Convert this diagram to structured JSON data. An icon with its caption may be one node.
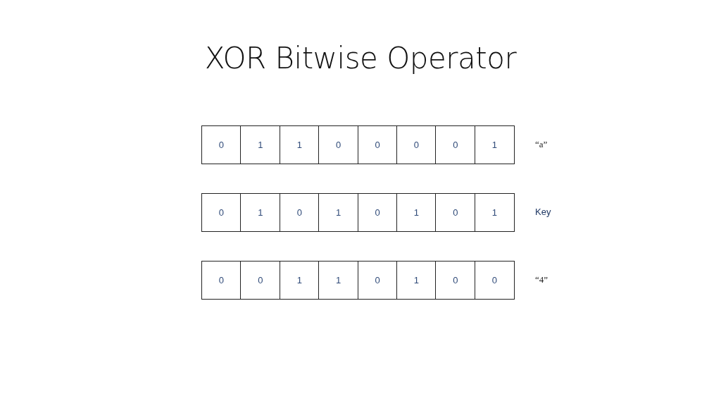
{
  "diagram": {
    "title": "XOR Bitwise Operator",
    "nodes": [
      {
        "text": [
          "0"
        ]
      },
      {
        "text": [
          "1"
        ]
      },
      {
        "text": [
          "1"
        ]
      },
      {
        "text": [
          "0"
        ]
      },
      {
        "text": [
          "0"
        ]
      },
      {
        "text": [
          "0"
        ]
      },
      {
        "text": [
          "0"
        ]
      },
      {
        "text": [
          "1"
        ]
      },
      {
        "text": [
          "0"
        ]
      },
      {
        "text": [
          "1"
        ]
      },
      {
        "text": [
          "0"
        ]
      },
      {
        "text": [
          "1"
        ]
      },
      {
        "text": [
          "0"
        ]
      },
      {
        "text": [
          "1"
        ]
      },
      {
        "text": [
          "0"
        ]
      },
      {
        "text": [
          "1"
        ]
      },
      {
        "text": [
          "0"
        ]
      },
      {
        "text": [
          "0"
        ]
      },
      {
        "text": [
          "1"
        ]
      },
      {
        "text": [
          "1"
        ]
      },
      {
        "text": [
          "0"
        ]
      },
      {
        "text": [
          "1"
        ]
      },
      {
        "text": [
          "0"
        ]
      },
      {
        "text": [
          "0"
        ]
      }
    ],
    "labels": [
      "“a”",
      "Key",
      "“4”"
    ]
  }
}
